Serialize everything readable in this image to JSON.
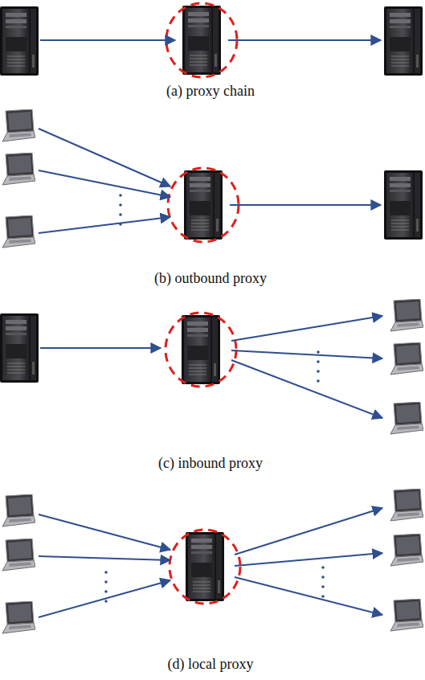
{
  "diagram": {
    "labels": [
      "(a) proxy chain",
      "(b) outbound proxy",
      "(c) inbound proxy",
      "(d) local proxy"
    ]
  }
}
